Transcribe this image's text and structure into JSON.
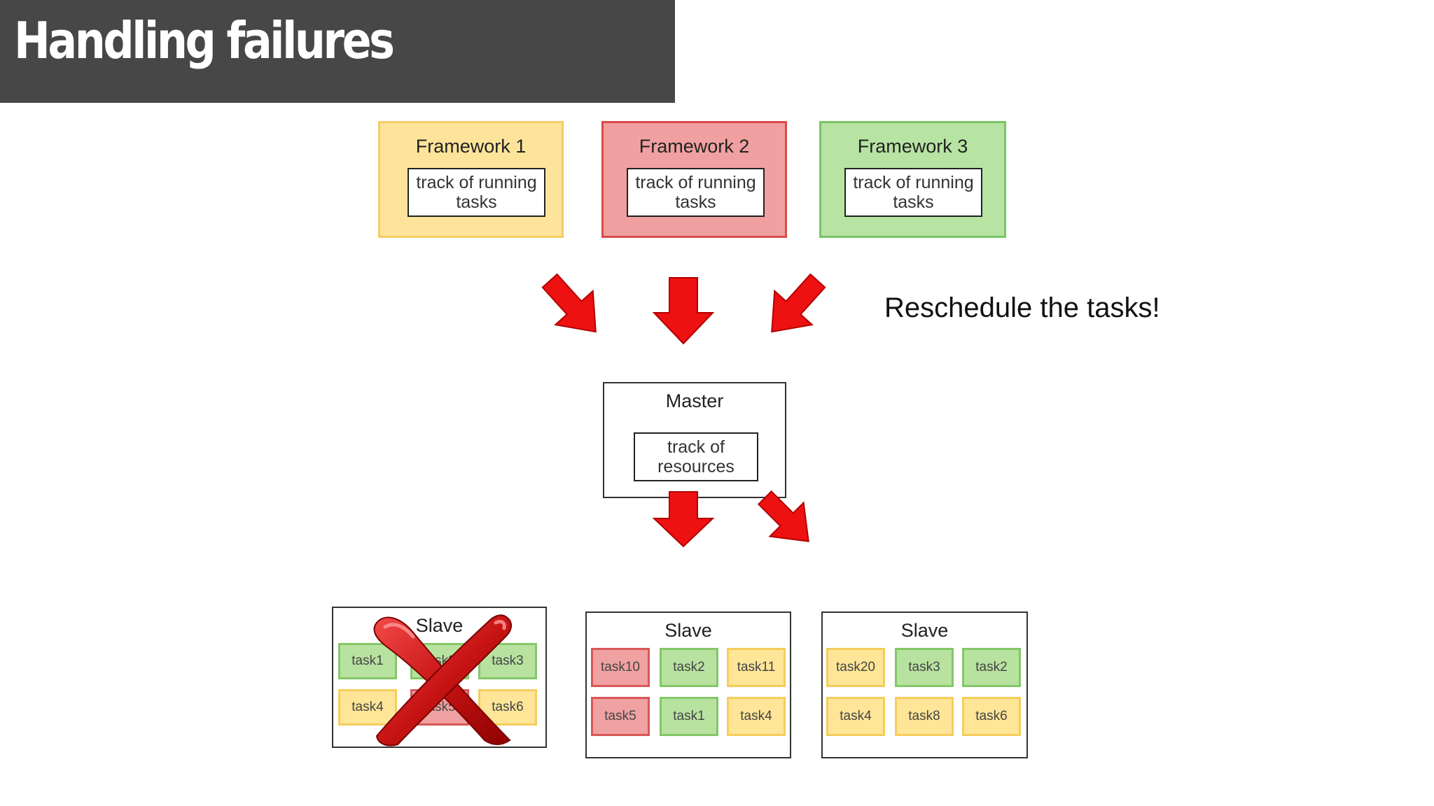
{
  "slide": {
    "title": "Handling failures",
    "caption": "Reschedule the tasks!"
  },
  "frameworks": [
    {
      "name": "Framework 1",
      "inner": "track of running tasks",
      "color": "#fde49a",
      "border": "#f5cc66"
    },
    {
      "name": "Framework 2",
      "inner": "track of running tasks",
      "color": "#f0a0a0",
      "border": "#d94a4a"
    },
    {
      "name": "Framework 3",
      "inner": "track of running tasks",
      "color": "#b7e3a3",
      "border": "#7bc46b"
    }
  ],
  "master": {
    "name": "Master",
    "inner": "track of resources"
  },
  "slaves": [
    {
      "name": "Slave",
      "failed": true,
      "tasks": [
        {
          "label": "task1",
          "color": "green"
        },
        {
          "label": "task2",
          "color": "green"
        },
        {
          "label": "task3",
          "color": "green"
        },
        {
          "label": "task4",
          "color": "yellow"
        },
        {
          "label": "task5",
          "color": "red"
        },
        {
          "label": "task6",
          "color": "yellow"
        }
      ]
    },
    {
      "name": "Slave",
      "failed": false,
      "tasks": [
        {
          "label": "task10",
          "color": "red"
        },
        {
          "label": "task2",
          "color": "green"
        },
        {
          "label": "task11",
          "color": "yellow"
        },
        {
          "label": "task5",
          "color": "red"
        },
        {
          "label": "task1",
          "color": "green"
        },
        {
          "label": "task4",
          "color": "yellow"
        }
      ]
    },
    {
      "name": "Slave",
      "failed": false,
      "tasks": [
        {
          "label": "task20",
          "color": "yellow"
        },
        {
          "label": "task3",
          "color": "green"
        },
        {
          "label": "task2",
          "color": "green"
        },
        {
          "label": "task4",
          "color": "yellow"
        },
        {
          "label": "task8",
          "color": "yellow"
        },
        {
          "label": "task6",
          "color": "yellow"
        }
      ]
    }
  ],
  "icons": {
    "arrow": "red-arrow-icon",
    "failure": "red-x-icon"
  },
  "colors": {
    "arrow": "#ee1111",
    "arrow_shade": "#b30000",
    "failure_x": "#c81414"
  }
}
